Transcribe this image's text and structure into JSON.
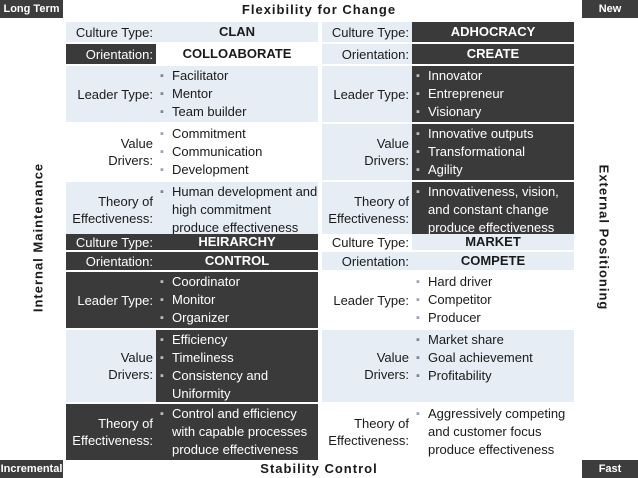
{
  "corners": {
    "top_left": "Long Term",
    "top_right": "New",
    "bottom_left": "Incremental",
    "bottom_right": "Fast"
  },
  "axes": {
    "top": "Flexibility for Change",
    "bottom": "Stability Control",
    "left": "Internal Maintenance",
    "right": "External Positioning"
  },
  "labels": {
    "culture_type": "Culture Type:",
    "orientation": "Orientation:",
    "leader_type": "Leader Type:",
    "value_drivers_1": "Value",
    "value_drivers_2": "Drivers:",
    "theory_1": "Theory of",
    "theory_2": "Effectiveness:"
  },
  "quadrants": {
    "clan": {
      "culture": "CLAN",
      "orientation": "COLLOABORATE",
      "leader": [
        "Facilitator",
        "Mentor",
        "Team builder"
      ],
      "drivers": [
        "Commitment",
        "Communication",
        "Development"
      ],
      "theory": "Human development and high commitment produce effectiveness"
    },
    "adhocracy": {
      "culture": "ADHOCRACY",
      "orientation": "CREATE",
      "leader": [
        "Innovator",
        "Entrepreneur",
        "Visionary"
      ],
      "drivers": [
        "Innovative outputs",
        "Transformational",
        "Agility"
      ],
      "theory": "Innovativeness, vision, and constant change produce effectiveness"
    },
    "hierarchy": {
      "culture": "HEIRARCHY",
      "orientation": "CONTROL",
      "leader": [
        "Coordinator",
        "Monitor",
        "Organizer"
      ],
      "drivers": [
        "Efficiency",
        "Timeliness",
        "Consistency and Uniformity"
      ],
      "theory": "Control and efficiency with capable processes produce effectiveness"
    },
    "market": {
      "culture": "MARKET",
      "orientation": "COMPETE",
      "leader": [
        "Hard driver",
        "Competitor",
        "Producer"
      ],
      "drivers": [
        "Market share",
        "Goal achievement",
        "Profitability"
      ],
      "theory": "Aggressively competing and customer focus produce effectiveness"
    }
  }
}
